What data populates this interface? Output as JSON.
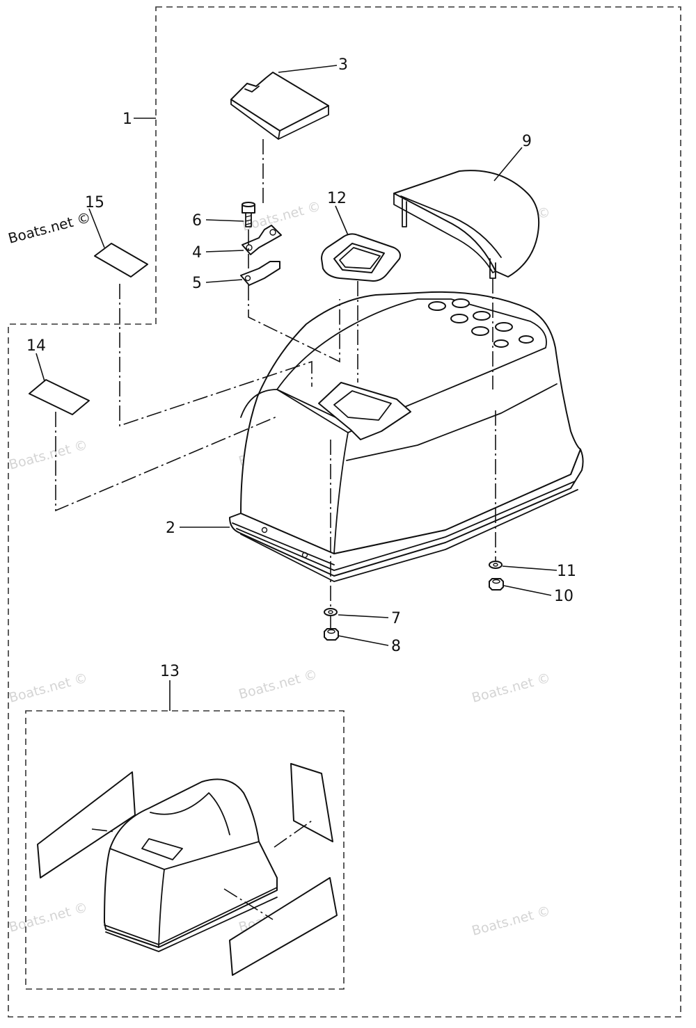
{
  "diagram": {
    "watermark_text": "Boats.net ©",
    "callouts": {
      "c1": "1",
      "c2": "2",
      "c3": "3",
      "c4": "4",
      "c5": "5",
      "c6": "6",
      "c7": "7",
      "c8": "8",
      "c9": "9",
      "c10": "10",
      "c11": "11",
      "c12": "12",
      "c13": "13",
      "c14": "14",
      "c15": "15"
    }
  }
}
